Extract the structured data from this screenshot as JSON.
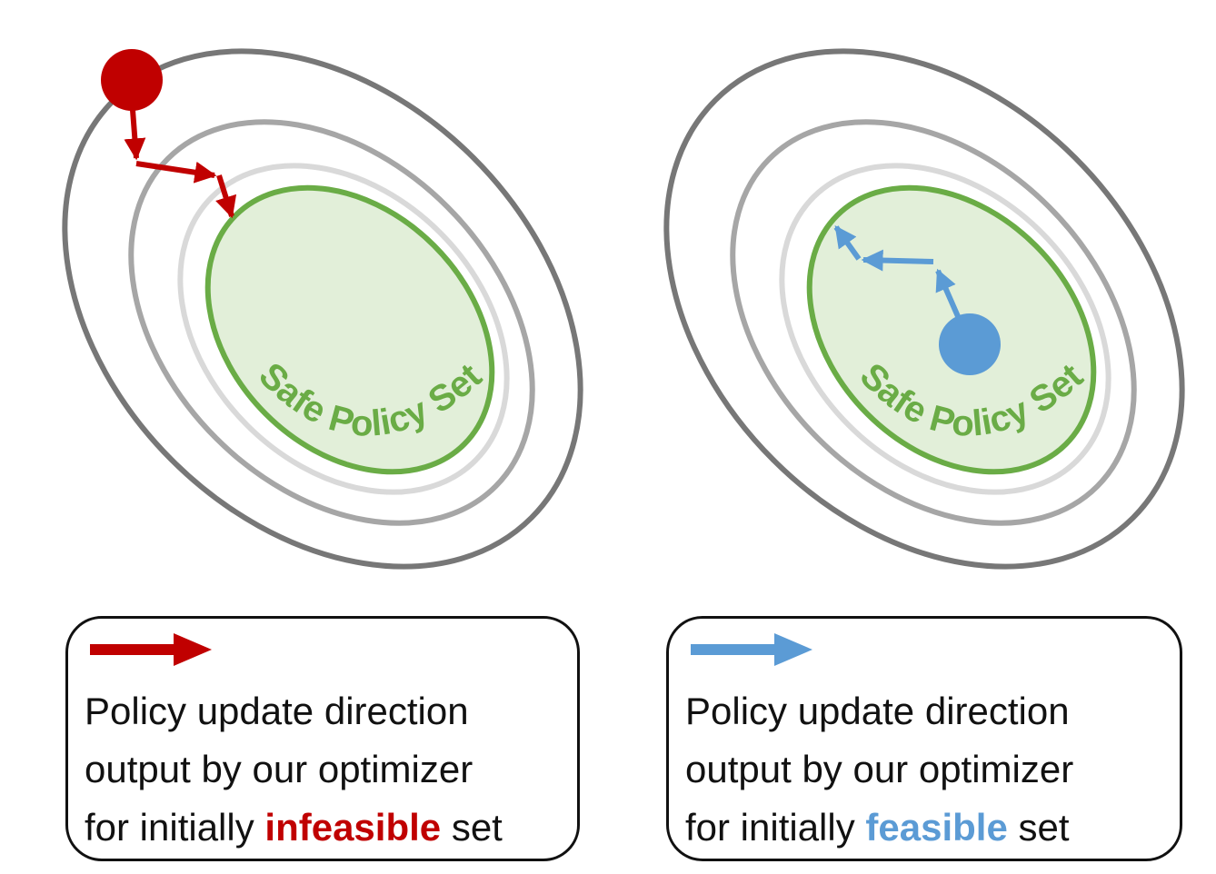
{
  "colors": {
    "infeasible": "#c00000",
    "feasible": "#5b9bd5",
    "safe_set_stroke": "#6aac46",
    "safe_set_fill": "#e2efd9",
    "contour_outer": "#777777",
    "contour_middle": "#a6a6a6",
    "contour_inner": "#d9d9d9"
  },
  "panels": [
    {
      "safe_set_label": "Safe Policy Set",
      "start_point": "infeasible"
    },
    {
      "safe_set_label": "Safe Policy Set",
      "start_point": "feasible"
    }
  ],
  "legends": [
    {
      "line1": "Policy update direction",
      "line2": "output by our optimizer",
      "line3_prefix": "for initially ",
      "line3_highlight": "infeasible",
      "line3_suffix": " set",
      "arrow_icon": "red-arrow-icon"
    },
    {
      "line1": "Policy update direction",
      "line2": "output by our optimizer",
      "line3_prefix": "for initially ",
      "line3_highlight": "feasible",
      "line3_suffix": " set",
      "arrow_icon": "blue-arrow-icon"
    }
  ]
}
